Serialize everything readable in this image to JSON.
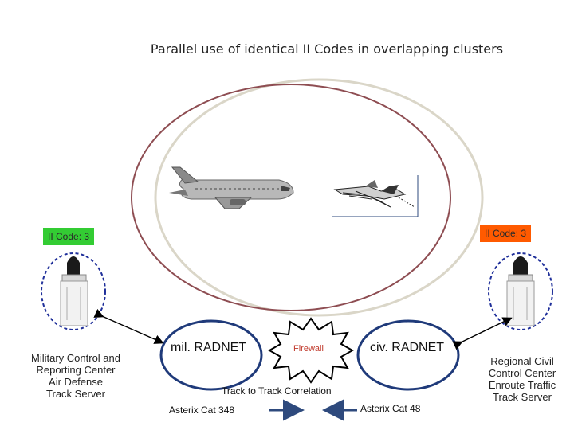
{
  "title": "Parallel use of identical II Codes in overlapping clusters",
  "left_site": {
    "code_badge": "II Code: 3",
    "lines": [
      "Military Control and",
      "Reporting Center",
      "Air Defense",
      "Track Server"
    ]
  },
  "right_site": {
    "code_badge": "II Code: 3",
    "lines": [
      "Regional Civil",
      "Control Center",
      "Enroute Traffic",
      "Track Server"
    ]
  },
  "mil_net": "mil. RADNET",
  "civ_net": "civ. RADNET",
  "firewall": "Firewall",
  "correlation": "Track to Track Correlation",
  "legend": {
    "mil": "Asterix Cat 348",
    "civ": "Asterix Cat 48"
  },
  "colors": {
    "mil_circle": "#8e4d52",
    "civ_circle": "#dad6c8",
    "net_outline": "#1f3a7a",
    "badge_left": "#33cc33",
    "badge_right": "#ff5a00",
    "legend_arrow": "#2e4a7d",
    "firewall_text": "#c0392b"
  }
}
